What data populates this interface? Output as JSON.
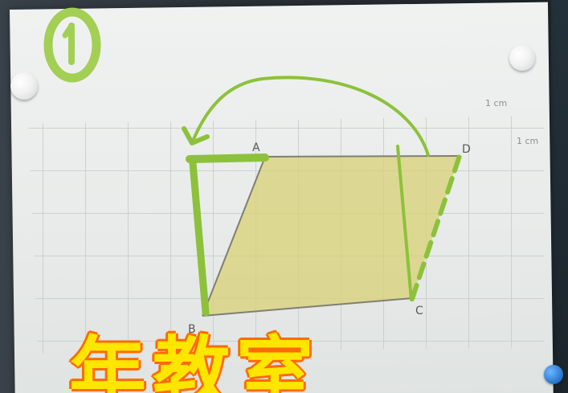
{
  "photo": {
    "number_label": "①",
    "grid_unit_top": "1 cm",
    "grid_unit_side": "1 cm",
    "points": {
      "a": "A",
      "b": "B",
      "c": "C",
      "d": "D"
    },
    "caption": "年教室"
  },
  "colors": {
    "paper": "#eef1f0",
    "grid": "#c9ccca",
    "fill": "#d9d27a",
    "green": "#8dc13b",
    "caption_yellow": "#ffe600",
    "caption_outline": "#ff6a00",
    "pin_blue": "#2f7fdb"
  }
}
